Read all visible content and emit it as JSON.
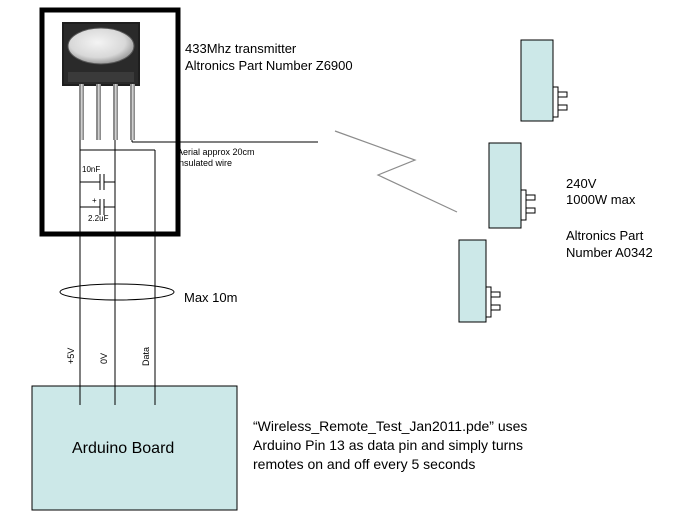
{
  "transmitter": {
    "title_line1": "433Mhz transmitter",
    "title_line2": "Altronics Part Number Z6900",
    "aerial_line1": "Aerial approx 20cm",
    "aerial_line2": "insulated wire",
    "cap1_label": "10nF",
    "cap2_plus": "+",
    "cap2_label": "2.2uF"
  },
  "cable": {
    "length_label": "Max 10m",
    "wire_labels": [
      "+5V",
      "0V",
      "Data"
    ]
  },
  "arduino": {
    "label": "Arduino Board",
    "box_color": "#cce8e8"
  },
  "remotes": {
    "voltage": "240V",
    "power": "1000W max",
    "part_line1": "Altronics Part",
    "part_line2": "Number A0342",
    "body_color": "#cce8e8"
  },
  "note": {
    "line1": "“Wireless_Remote_Test_Jan2011.pde” uses",
    "line2": "Arduino Pin 13 as data pin and simply turns",
    "line3": "remotes on and off every 5 seconds"
  }
}
